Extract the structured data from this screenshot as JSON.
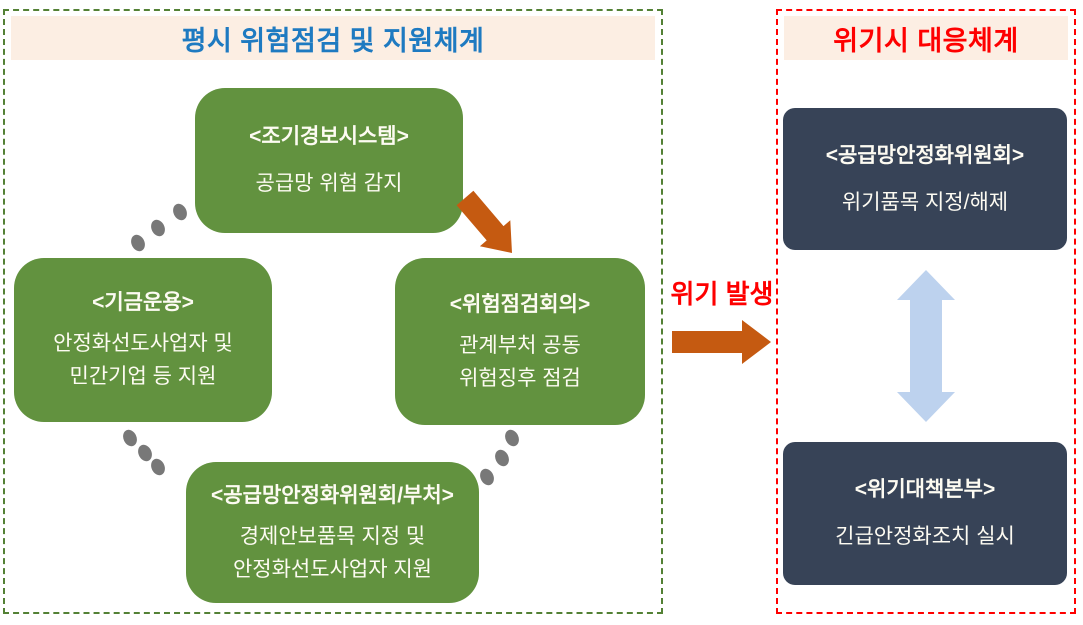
{
  "peacetime_panel": {
    "title": "평시 위험점검 및 지원체계",
    "early_warning_box": {
      "heading": "<조기경보시스템>",
      "body": "공급망 위험 감지"
    },
    "fund_box": {
      "heading": "<기금운용>",
      "body_line1": "안정화선도사업자 및",
      "body_line2": "민간기업 등 지원"
    },
    "risk_meeting_box": {
      "heading": "<위험점검회의>",
      "body_line1": "관계부처 공동",
      "body_line2": "위험징후 점검"
    },
    "committee_ministry_box": {
      "heading": "<공급망안정화위원회/부처>",
      "body_line1": "경제안보품목 지정 및",
      "body_line2": "안정화선도사업자 지원"
    }
  },
  "transition": {
    "label": "위기 발생"
  },
  "crisis_panel": {
    "title": "위기시 대응체계",
    "committee_box": {
      "heading": "<공급망안정화위원회>",
      "body": "위기품목 지정/해제"
    },
    "headquarters_box": {
      "heading": "<위기대책본부>",
      "body": "긴급안정화조치 실시"
    }
  },
  "icons": {
    "crisis_flow": "orange-right-arrow",
    "detection_to_meeting": "orange-diagonal-arrow",
    "committee_hq_link": "blue-double-headed-arrow",
    "cycle_connectors": "gray-dotted-arcs"
  },
  "colors": {
    "peacetime_border": "#538135",
    "peacetime_title": "#1e7ac1",
    "crisis_border": "#fe0000",
    "crisis_title": "#fe0000",
    "green_box_fill": "#62923f",
    "navy_box_fill": "#374357",
    "title_band_fill": "#fceee3",
    "orange_arrow": "#c55a11",
    "blue_arrow": "#bdd2ee",
    "dot_gray": "#787878",
    "box_text": "#fdfbf2",
    "transition_label": "#fe0000"
  }
}
